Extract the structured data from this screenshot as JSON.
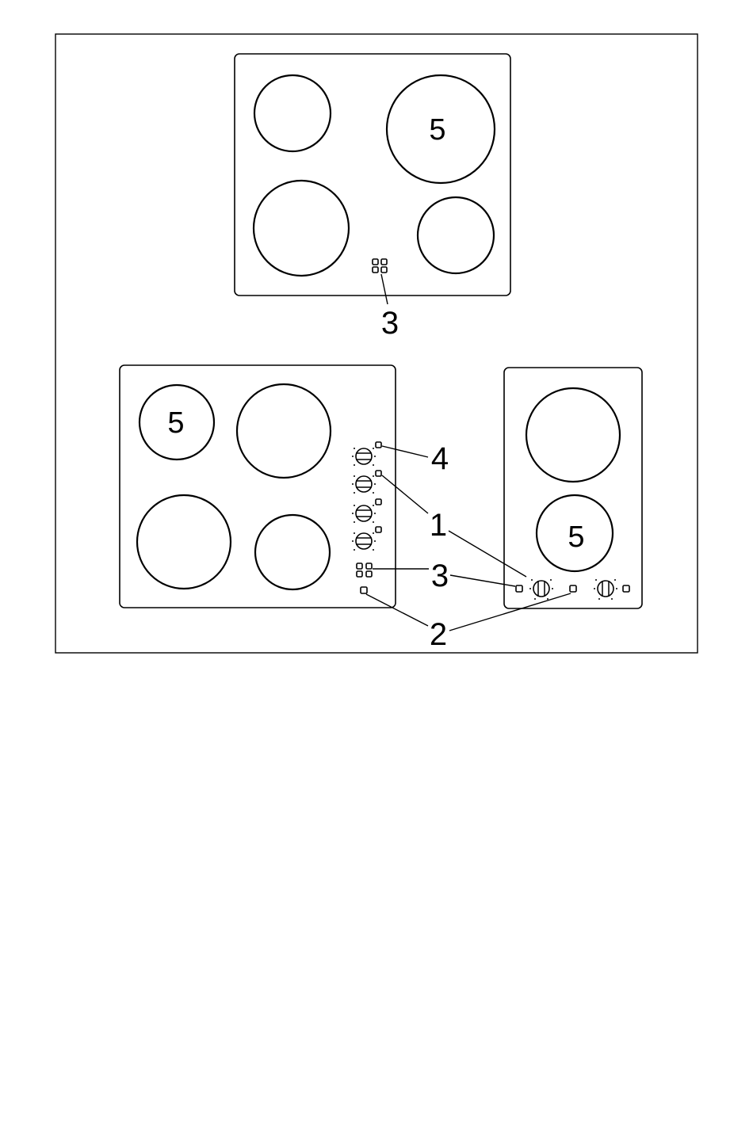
{
  "figure": {
    "frame_color": "#000000",
    "hobs": [
      {
        "id": "top-hob",
        "zone_labels": [
          "",
          "5",
          "",
          ""
        ],
        "callouts": [
          "3"
        ]
      },
      {
        "id": "bottom-left-hob",
        "zone_labels": [
          "5",
          "",
          "",
          ""
        ],
        "callouts": [
          "4",
          "1",
          "3",
          "2"
        ]
      },
      {
        "id": "bottom-right-hob",
        "zone_labels": [
          "",
          "5"
        ],
        "callouts": []
      }
    ]
  }
}
